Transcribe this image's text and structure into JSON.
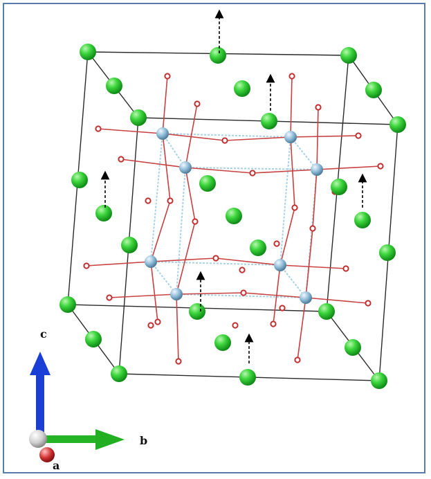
{
  "axes": {
    "a_label": "a",
    "b_label": "b",
    "c_label": "c"
  },
  "colors": {
    "frame": "#5a7cad",
    "cell_edge": "#222222",
    "cation_sphere": "#2fc42f",
    "anion_sphere": "#9cc6e0",
    "oxygen_sphere": "#c03030",
    "bond_red": "#c84040",
    "bond_blue": "#a8d2e6",
    "arrow": "#000000",
    "axis_c": "#1a3fd6",
    "axis_b": "#22b022",
    "axis_a": "#d01818",
    "origin": "#d8d8d8"
  },
  "icons": [
    "dashed-up-arrow-icon",
    "unit-cell-diagram",
    "axis-triad-icon"
  ]
}
